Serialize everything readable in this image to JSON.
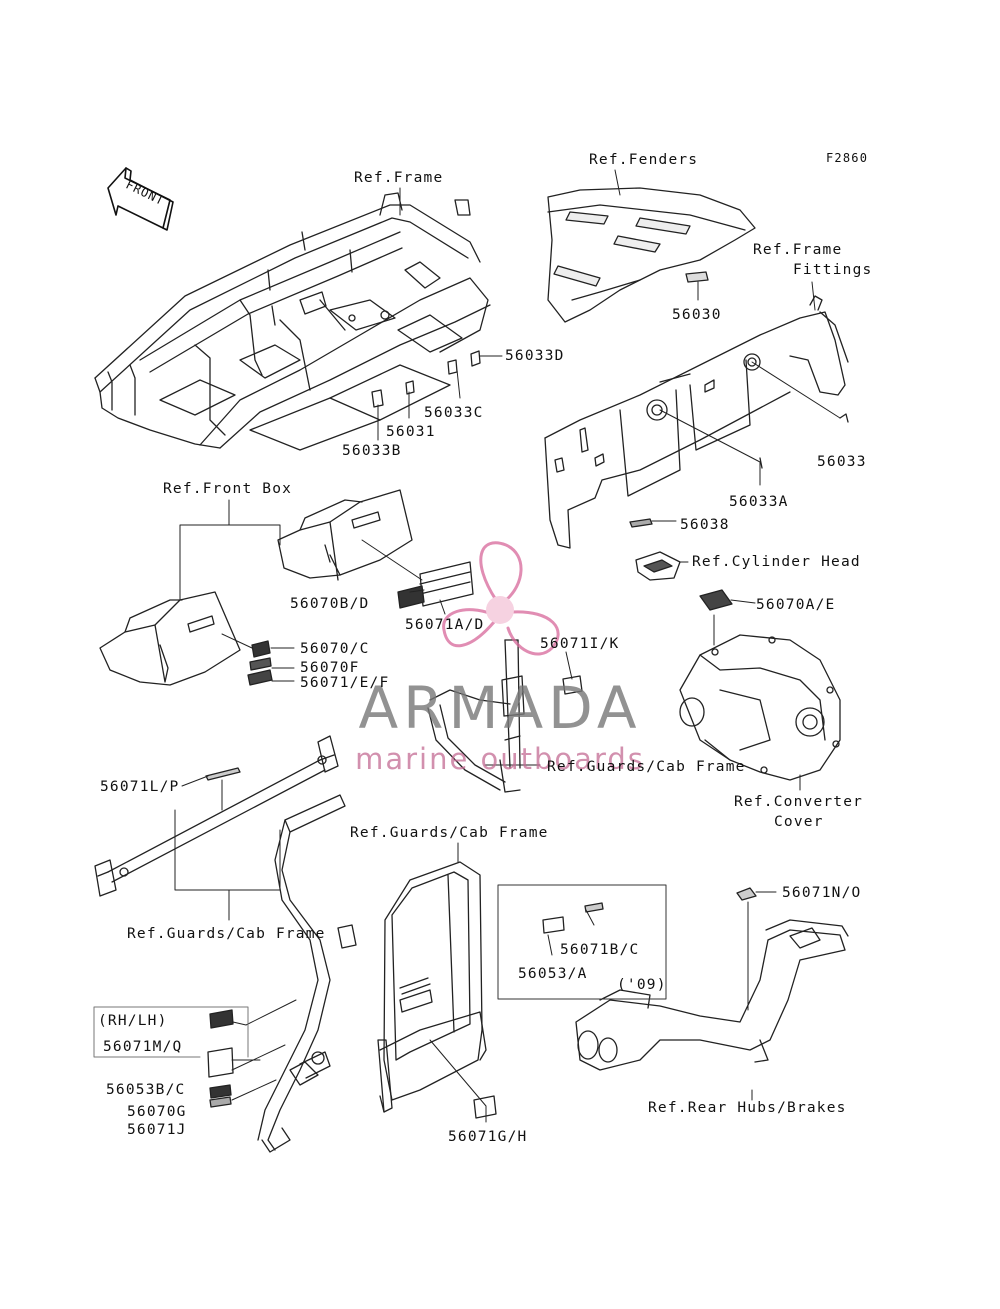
{
  "figure_code": "F2860",
  "front_arrow": "FRONT",
  "watermark": {
    "title": "ARMADA",
    "subtitle": "marine outboards"
  },
  "ref": {
    "frame": "Ref.Frame",
    "fenders": "Ref.Fenders",
    "frame_fittings_1": "Ref.Frame",
    "frame_fittings_2": "Fittings",
    "front_box": "Ref.Front Box",
    "cylinder_head": "Ref.Cylinder Head",
    "guards_cab_frame_mid": "Ref.Guards/Cab Frame",
    "converter_cover_1": "Ref.Converter",
    "converter_cover_2": "Cover",
    "guards_cab_frame_center": "Ref.Guards/Cab Frame",
    "guards_cab_frame_left": "Ref.Guards/Cab Frame",
    "rear_hubs_brakes": "Ref.Rear Hubs/Brakes"
  },
  "parts": {
    "p56030": "56030",
    "p56033D": "56033D",
    "p56033C": "56033C",
    "p56031": "56031",
    "p56033B": "56033B",
    "p56033": "56033",
    "p56033A": "56033A",
    "p56038": "56038",
    "p56070BD": "56070B/D",
    "p56071AD": "56071A/D",
    "p56070AE": "56070A/E",
    "p56070C": "56070/C",
    "p56070F": "56070F",
    "p56071EF": "56071/E/F",
    "p56071IK": "56071I/K",
    "p56071LP": "56071L/P",
    "p56071NO": "56071N/O",
    "p56071BC": "56071B/C",
    "p56053A": "56053/A",
    "year09": "('09)",
    "rhlh": "(RH/LH)",
    "p56071MQ": "56071M/Q",
    "p56053BC": "56053B/C",
    "p56070G": "56070G",
    "p56071J": "56071J",
    "p56071GH": "56071G/H"
  }
}
